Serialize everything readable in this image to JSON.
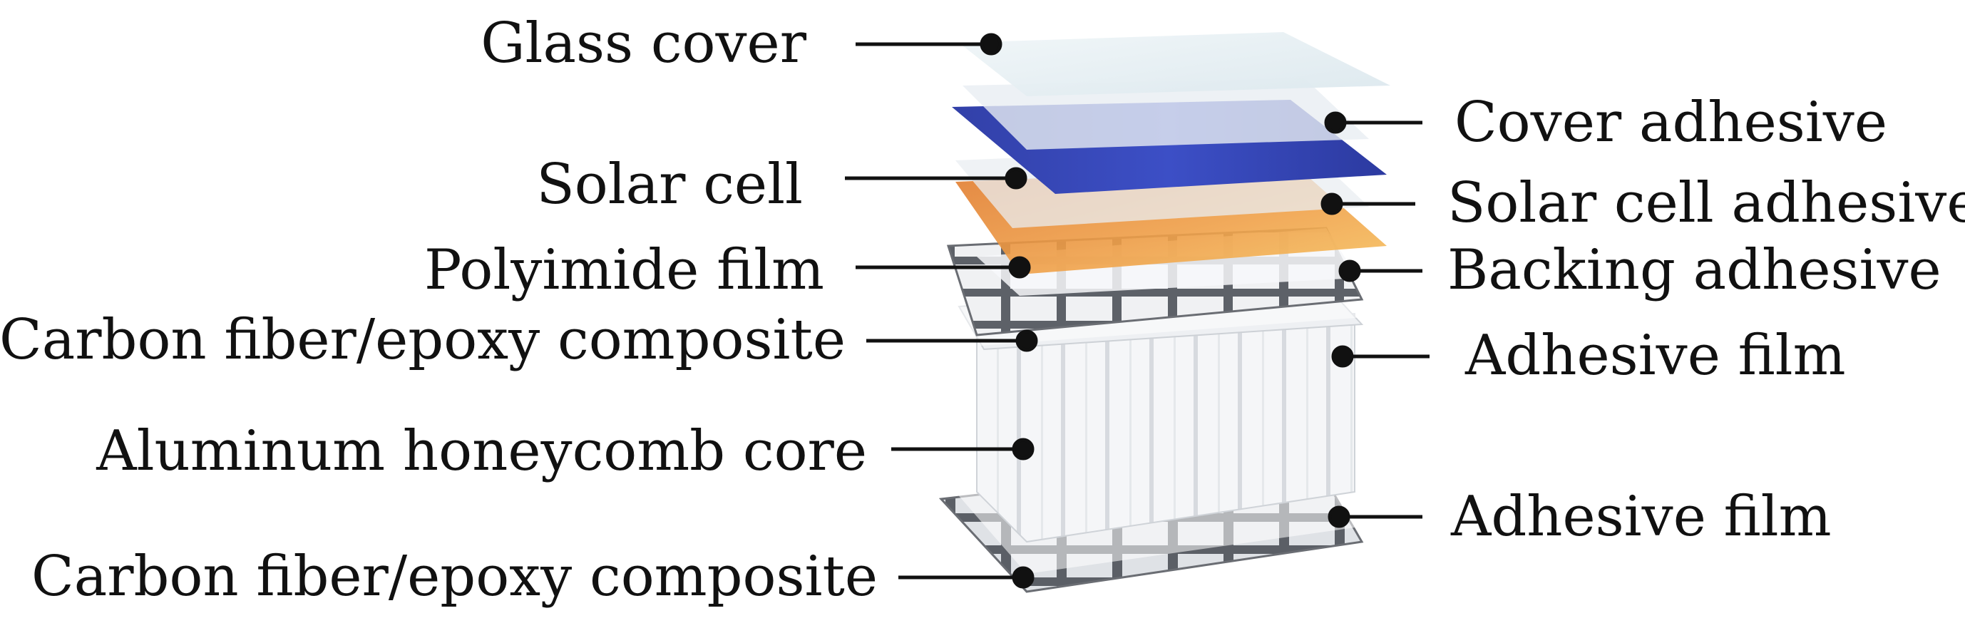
{
  "diagram": {
    "left_labels": [
      "Glass cover",
      "Solar cell",
      "Polyimide film",
      "Carbon fiber/epoxy composite",
      "Aluminum honeycomb core",
      "Carbon fiber/epoxy composite"
    ],
    "right_labels": [
      "Cover adhesive",
      "Solar cell adhesive",
      "Backing adhesive",
      "Adhesive film",
      "Adhesive film"
    ]
  }
}
